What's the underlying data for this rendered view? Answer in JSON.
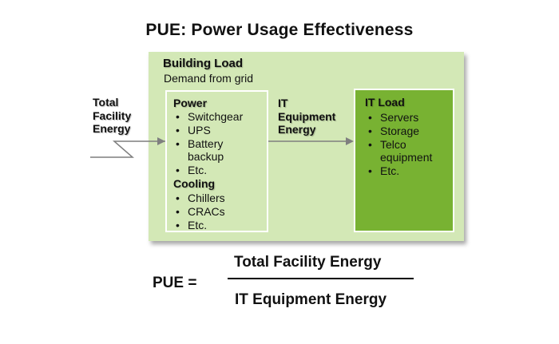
{
  "title": "PUE:  Power Usage Effectiveness",
  "building": {
    "title": "Building Load",
    "subtitle": "Demand from grid"
  },
  "input_label": [
    "Total",
    "Facility",
    "Energy"
  ],
  "power_box": {
    "power_heading": "Power",
    "power_items": [
      "Switchgear",
      "UPS",
      "Battery backup",
      "Etc."
    ],
    "cooling_heading": "Cooling",
    "cooling_items": [
      "Chillers",
      "CRACs",
      "Etc."
    ]
  },
  "middle_label": [
    "IT",
    "Equipment",
    "Energy"
  ],
  "it_box": {
    "heading": "IT Load",
    "items": [
      "Servers",
      "Storage",
      "Telco equipment",
      "Etc."
    ]
  },
  "formula": {
    "lhs": "PUE  =",
    "numerator": "Total Facility Energy",
    "denominator": "IT Equipment Energy"
  },
  "colors": {
    "building_fill": "#d3e8b6",
    "it_fill": "#78b232",
    "arrow": "#7f7f7f"
  }
}
